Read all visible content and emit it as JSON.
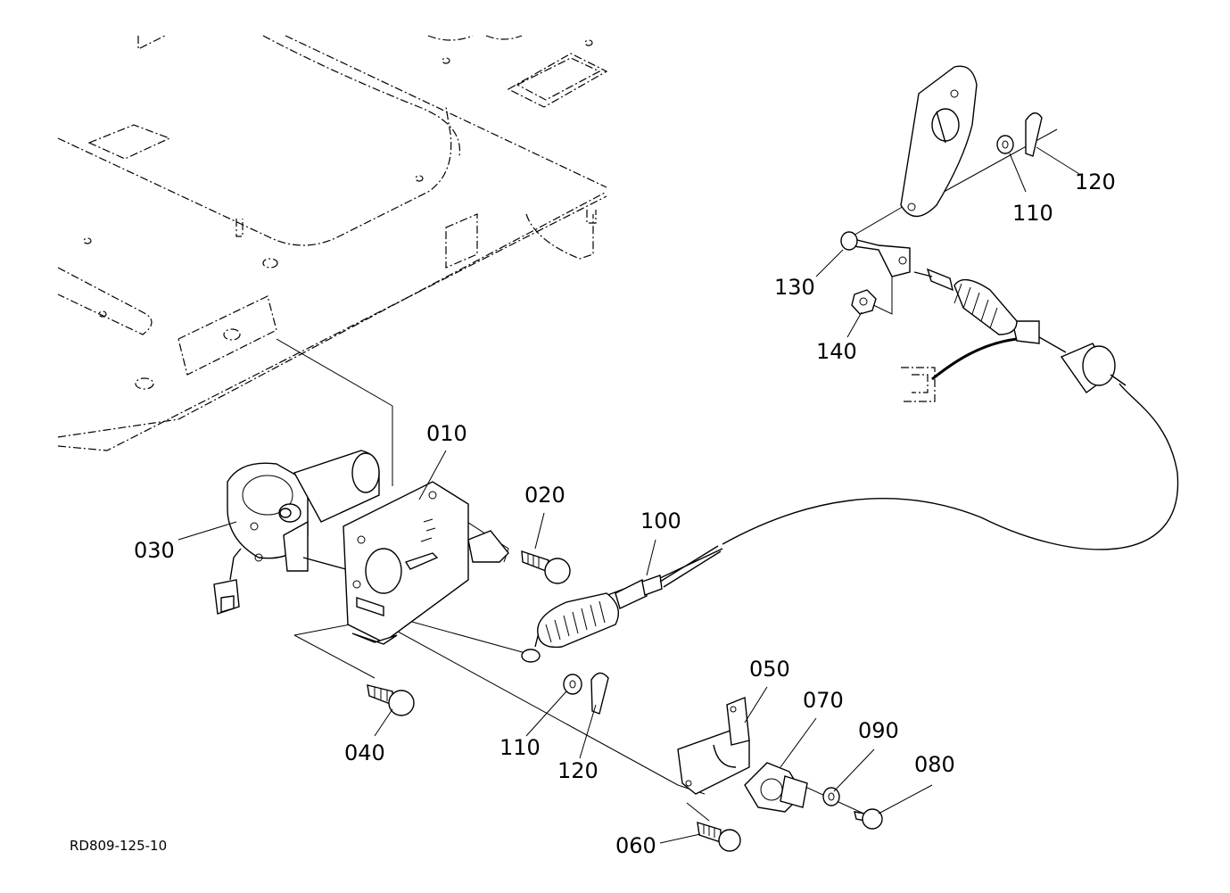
{
  "diagram": {
    "code": "RD809-125-10",
    "labels": {
      "p010": "010",
      "p020": "020",
      "p030": "030",
      "p040": "040",
      "p050": "050",
      "p060": "060",
      "p070": "070",
      "p080": "080",
      "p090": "090",
      "p100": "100",
      "p110a": "110",
      "p110b": "110",
      "p120a": "120",
      "p120b": "120",
      "p130": "130",
      "p140": "140"
    }
  }
}
